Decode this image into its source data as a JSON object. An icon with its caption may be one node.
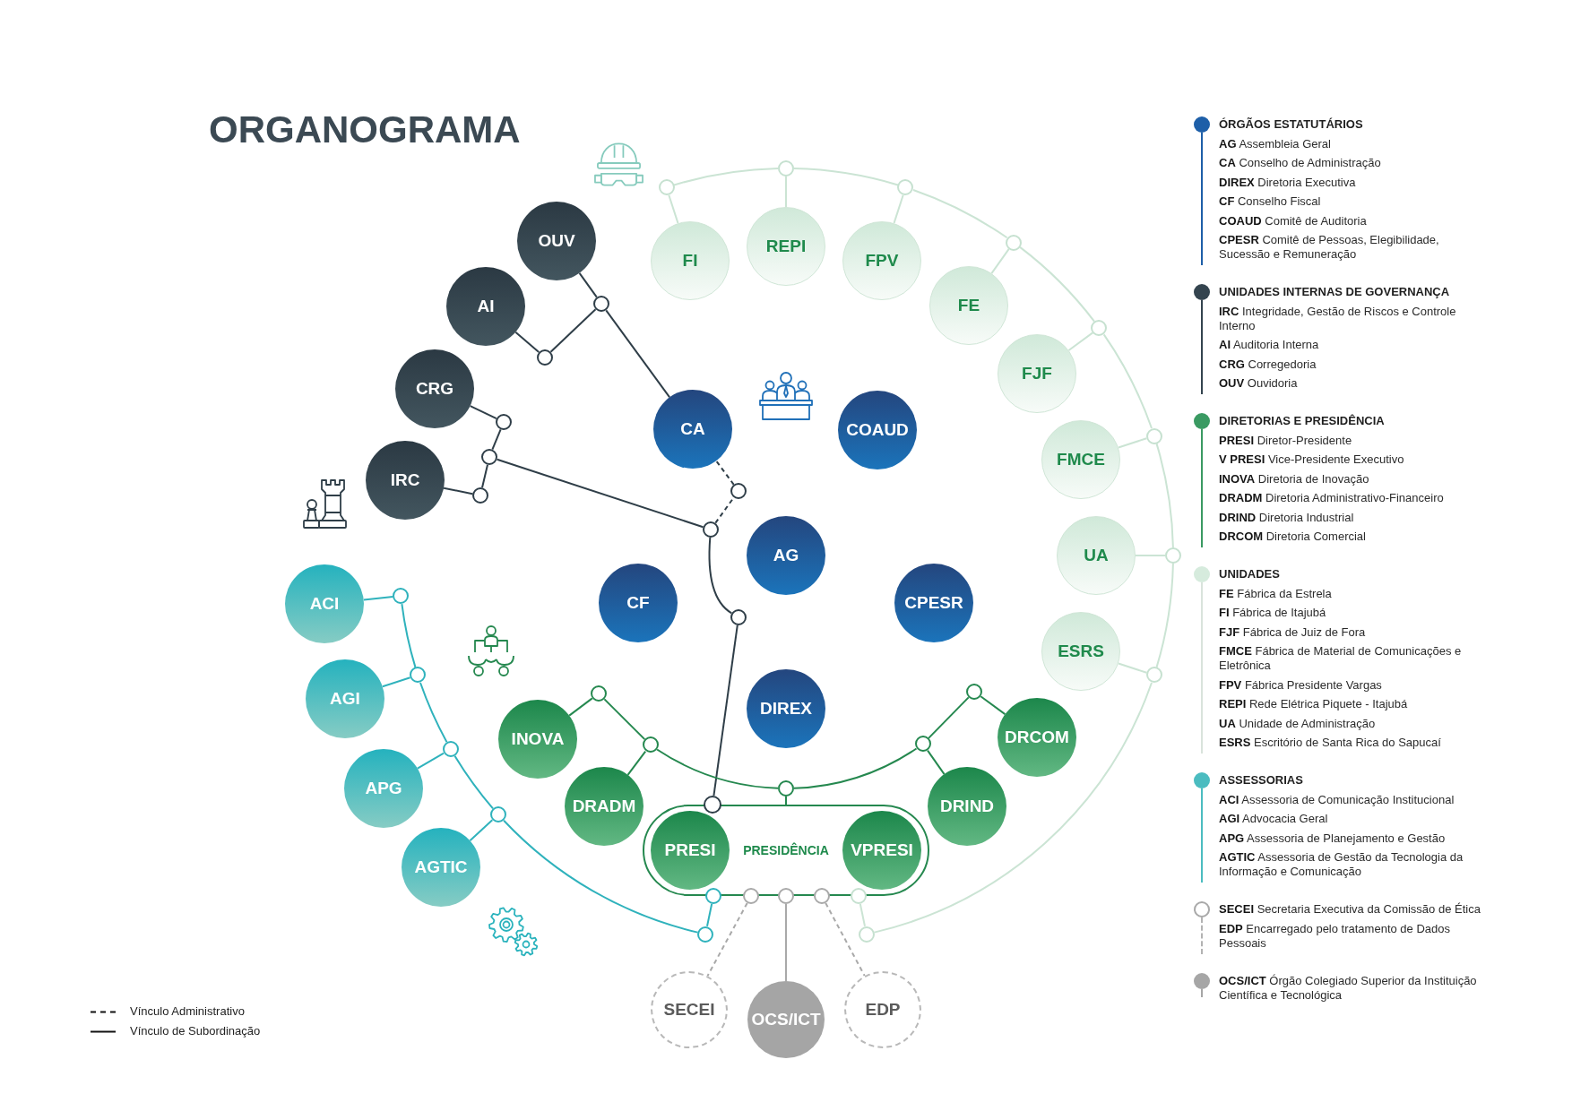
{
  "diagram": {
    "title": "ORGANOGRAMA",
    "nodes": [
      {
        "text": [
          "OUV"
        ]
      },
      {
        "text": [
          "AI"
        ]
      },
      {
        "text": [
          "CRG"
        ]
      },
      {
        "text": [
          "IRC"
        ]
      },
      {
        "text": [],
        "shape": "circle"
      },
      {
        "text": [],
        "shape": "circle"
      },
      {
        "text": [],
        "shape": "circle"
      },
      {
        "text": [],
        "shape": "circle"
      },
      {
        "text": [],
        "shape": "circle"
      },
      {
        "text": [],
        "shape": "circle"
      },
      {
        "text": [],
        "shape": "circle"
      },
      {
        "text": [],
        "shape": "circle"
      },
      {
        "text": [
          "CA"
        ]
      },
      {
        "text": [
          "COAUD"
        ]
      },
      {
        "text": [
          "AG"
        ]
      },
      {
        "text": [
          "CF"
        ]
      },
      {
        "text": [
          "CPESR"
        ]
      },
      {
        "text": [
          "DIREX"
        ]
      },
      {
        "text": [
          "FI"
        ]
      },
      {
        "text": [
          "REPI"
        ]
      },
      {
        "text": [
          "FPV"
        ]
      },
      {
        "text": [
          "FE"
        ]
      },
      {
        "text": [
          "FJF"
        ]
      },
      {
        "text": [
          "FMCE"
        ]
      },
      {
        "text": [
          "UA"
        ]
      },
      {
        "text": [
          "ESRS"
        ]
      },
      {
        "text": [],
        "shape": "circle"
      },
      {
        "text": [],
        "shape": "circle"
      },
      {
        "text": [],
        "shape": "circle"
      },
      {
        "text": [],
        "shape": "circle"
      },
      {
        "text": [],
        "shape": "circle"
      },
      {
        "text": [],
        "shape": "circle"
      },
      {
        "text": [],
        "shape": "circle"
      },
      {
        "text": [],
        "shape": "circle"
      },
      {
        "text": [],
        "shape": "circle"
      },
      {
        "text": [
          "ACI"
        ]
      },
      {
        "text": [
          "AGI"
        ]
      },
      {
        "text": [
          "APG"
        ]
      },
      {
        "text": [
          "AGTIC"
        ]
      },
      {
        "text": [],
        "shape": "circle"
      },
      {
        "text": [],
        "shape": "circle"
      },
      {
        "text": [],
        "shape": "circle"
      },
      {
        "text": [],
        "shape": "circle"
      },
      {
        "text": [],
        "shape": "circle"
      },
      {
        "text": [
          "INOVA"
        ]
      },
      {
        "text": [
          "DRADM"
        ]
      },
      {
        "text": [
          "DRIND"
        ]
      },
      {
        "text": [
          "DRCOM"
        ]
      },
      {
        "text": [],
        "shape": "circle"
      },
      {
        "text": [],
        "shape": "circle"
      },
      {
        "text": [],
        "shape": "circle"
      },
      {
        "text": [],
        "shape": "circle"
      },
      {
        "text": [],
        "shape": "circle"
      },
      {
        "text": [
          "PRESIDÊNCIA"
        ]
      },
      {
        "text": [
          "PRESI"
        ],
        "in": 53
      },
      {
        "text": [
          "VPRESI"
        ],
        "in": 53
      },
      {
        "text": [],
        "shape": "circle"
      },
      {
        "text": [],
        "shape": "circle"
      },
      {
        "text": [],
        "shape": "circle"
      },
      {
        "text": [],
        "shape": "circle"
      },
      {
        "text": [],
        "shape": "circle"
      },
      {
        "text": [],
        "shape": "circle"
      },
      {
        "text": [
          "SECEI"
        ]
      },
      {
        "text": [
          "OCS/ICT"
        ]
      },
      {
        "text": [
          "EDP"
        ]
      }
    ],
    "edges": [
      {
        "from": 0,
        "to": 4,
        "arrow": "none",
        "color": "#2f3e48"
      },
      {
        "from": 1,
        "to": 5,
        "arrow": "none",
        "color": "#2f3e48"
      },
      {
        "from": 5,
        "to": 4,
        "arrow": "none",
        "color": "#2f3e48"
      },
      {
        "from": 4,
        "to": 12,
        "arrow": "none",
        "color": "#2f3e48"
      },
      {
        "from": 2,
        "to": 6,
        "arrow": "none",
        "color": "#2f3e48"
      },
      {
        "from": 6,
        "to": 7,
        "arrow": "none",
        "color": "#2f3e48"
      },
      {
        "from": 3,
        "to": 8,
        "arrow": "none",
        "color": "#2f3e48"
      },
      {
        "from": 8,
        "to": 7,
        "arrow": "none",
        "color": "#2f3e48"
      },
      {
        "from": 7,
        "to": 9,
        "arrow": "none",
        "color": "#2f3e48"
      },
      {
        "from": 9,
        "to": 10,
        "arrow": "none",
        "style": "dashed",
        "color": "#2f3e48"
      },
      {
        "from": 10,
        "to": 12,
        "arrow": "none",
        "style": "dashed",
        "color": "#2f3e48"
      },
      {
        "from": 9,
        "to": 11,
        "arrow": "none",
        "color": "#2f3e48"
      },
      {
        "from": 11,
        "to": 56,
        "arrow": "none",
        "color": "#2f3e48"
      },
      {
        "from": 26,
        "to": 18,
        "arrow": "none"
      },
      {
        "from": 26,
        "to": 27,
        "arrow": "none"
      },
      {
        "from": 27,
        "to": 19,
        "arrow": "none"
      },
      {
        "from": 27,
        "to": 28,
        "arrow": "none"
      },
      {
        "from": 28,
        "to": 20,
        "arrow": "none"
      },
      {
        "from": 28,
        "to": 29,
        "arrow": "none"
      },
      {
        "from": 29,
        "to": 21,
        "arrow": "none"
      },
      {
        "from": 29,
        "to": 30,
        "arrow": "none"
      },
      {
        "from": 30,
        "to": 22,
        "arrow": "none"
      },
      {
        "from": 30,
        "to": 31,
        "arrow": "none"
      },
      {
        "from": 31,
        "to": 23,
        "arrow": "none"
      },
      {
        "from": 31,
        "to": 32,
        "arrow": "none"
      },
      {
        "from": 32,
        "to": 24,
        "arrow": "none"
      },
      {
        "from": 32,
        "to": 33,
        "arrow": "none"
      },
      {
        "from": 33,
        "to": 25,
        "arrow": "none"
      },
      {
        "from": 33,
        "to": 34,
        "arrow": "none"
      },
      {
        "from": 34,
        "to": 61,
        "arrow": "none"
      },
      {
        "from": 39,
        "to": 35,
        "arrow": "none",
        "color": "#2fb2bc"
      },
      {
        "from": 39,
        "to": 40,
        "arrow": "none",
        "color": "#2fb2bc"
      },
      {
        "from": 40,
        "to": 36,
        "arrow": "none",
        "color": "#2fb2bc"
      },
      {
        "from": 40,
        "to": 41,
        "arrow": "none",
        "color": "#2fb2bc"
      },
      {
        "from": 41,
        "to": 37,
        "arrow": "none",
        "color": "#2fb2bc"
      },
      {
        "from": 41,
        "to": 42,
        "arrow": "none",
        "color": "#2fb2bc"
      },
      {
        "from": 42,
        "to": 38,
        "arrow": "none",
        "color": "#2fb2bc"
      },
      {
        "from": 42,
        "to": 43,
        "arrow": "none",
        "color": "#2fb2bc"
      },
      {
        "from": 43,
        "to": 57,
        "arrow": "none",
        "color": "#2fb2bc"
      },
      {
        "from": 48,
        "to": 44,
        "arrow": "none",
        "color": "#25884f"
      },
      {
        "from": 48,
        "to": 49,
        "arrow": "none",
        "color": "#25884f"
      },
      {
        "from": 49,
        "to": 45,
        "arrow": "none",
        "color": "#25884f"
      },
      {
        "from": 49,
        "to": 50,
        "arrow": "none",
        "color": "#25884f"
      },
      {
        "from": 50,
        "to": 53,
        "arrow": "none",
        "color": "#25884f"
      },
      {
        "from": 50,
        "to": 51,
        "arrow": "none",
        "color": "#25884f"
      },
      {
        "from": 51,
        "to": 46,
        "arrow": "none",
        "color": "#25884f"
      },
      {
        "from": 51,
        "to": 52,
        "arrow": "none",
        "color": "#25884f"
      },
      {
        "from": 52,
        "to": 47,
        "arrow": "none",
        "color": "#25884f"
      },
      {
        "from": 58,
        "to": 62,
        "arrow": "none",
        "style": "dashed",
        "color": "#a9a9a9"
      },
      {
        "from": 59,
        "to": 63,
        "arrow": "none",
        "color": "#a9a9a9"
      },
      {
        "from": 60,
        "to": 64,
        "arrow": "none",
        "style": "dashed",
        "color": "#a9a9a9"
      }
    ],
    "labels": [
      "**AG** Assembleia Geral",
      "**CA** Conselho de Administração",
      "**DIREX** Diretoria Executiva",
      "**CF** Conselho Fiscal",
      "**COAUD** Comitê de Auditoria",
      "**CPESR** Comitê de Pessoas, Elegibilidade, Sucessão e Remuneração",
      "**IRC** Integridade, Gestão de Riscos e Controle Interno",
      "**AI** Auditoria Interna",
      "**CRG** Corregedoria",
      "**OUV** Ouvidoria",
      "**PRESI** Diretor-Presidente",
      "**V PRESI** Vice-Presidente Executivo",
      "**INOVA** Diretoria de Inovação",
      "**DRADM** Diretoria Administrativo-Financeiro",
      "**DRIND** Diretoria Industrial",
      "**DRCOM** Diretoria Comercial",
      "**FE** Fábrica da Estrela",
      "**FI** Fábrica de Itajubá",
      "**FJF** Fábrica de Juiz de Fora",
      "**FMCE** Fábrica de Material de Comunicações e Eletrônica",
      "**FPV** Fábrica Presidente Vargas",
      "**REPI** Rede Elétrica Piquete - Itajubá",
      "**UA** Unidade de Administração",
      "**ESRS** Escritório de Santa Rica do Sapucaí",
      "**ACI** Assessoria de Comunicação Institucional",
      "**AGI** Advocacia Geral",
      "**APG** Assessoria de Planejamento e Gestão",
      "**AGTIC** Assessoria de Gestão da Tecnologia da Informação e Comunicação",
      "**EDP** Encarregado pelo tratamento de Dados Pessoais"
    ],
    "legend": [
      {
        "text": "ÓRGÃOS ESTATUTÁRIOS",
        "color": "#1e5fa8"
      },
      {
        "text": "UNIDADES INTERNAS DE GOVERNANÇA",
        "color": "#34444f"
      },
      {
        "text": "DIRETORIAS E PRESIDÊNCIA",
        "color": "#3a9a62"
      },
      {
        "text": "UNIDADES",
        "color": "#d6ebdd"
      },
      {
        "text": "ASSESSORIAS",
        "color": "#4bbcc0"
      },
      {
        "text": "**SECEI** Secretaria Executiva da Comissão de Ética"
      },
      {
        "text": "**OCS/ICT** Órgão Colegiado Superior da Instituição Científica e Tecnológica",
        "color": "#a6a6a6"
      },
      {
        "text": "Vínculo Administrativo"
      },
      {
        "text": "Vínculo de Subordinação"
      }
    ]
  }
}
